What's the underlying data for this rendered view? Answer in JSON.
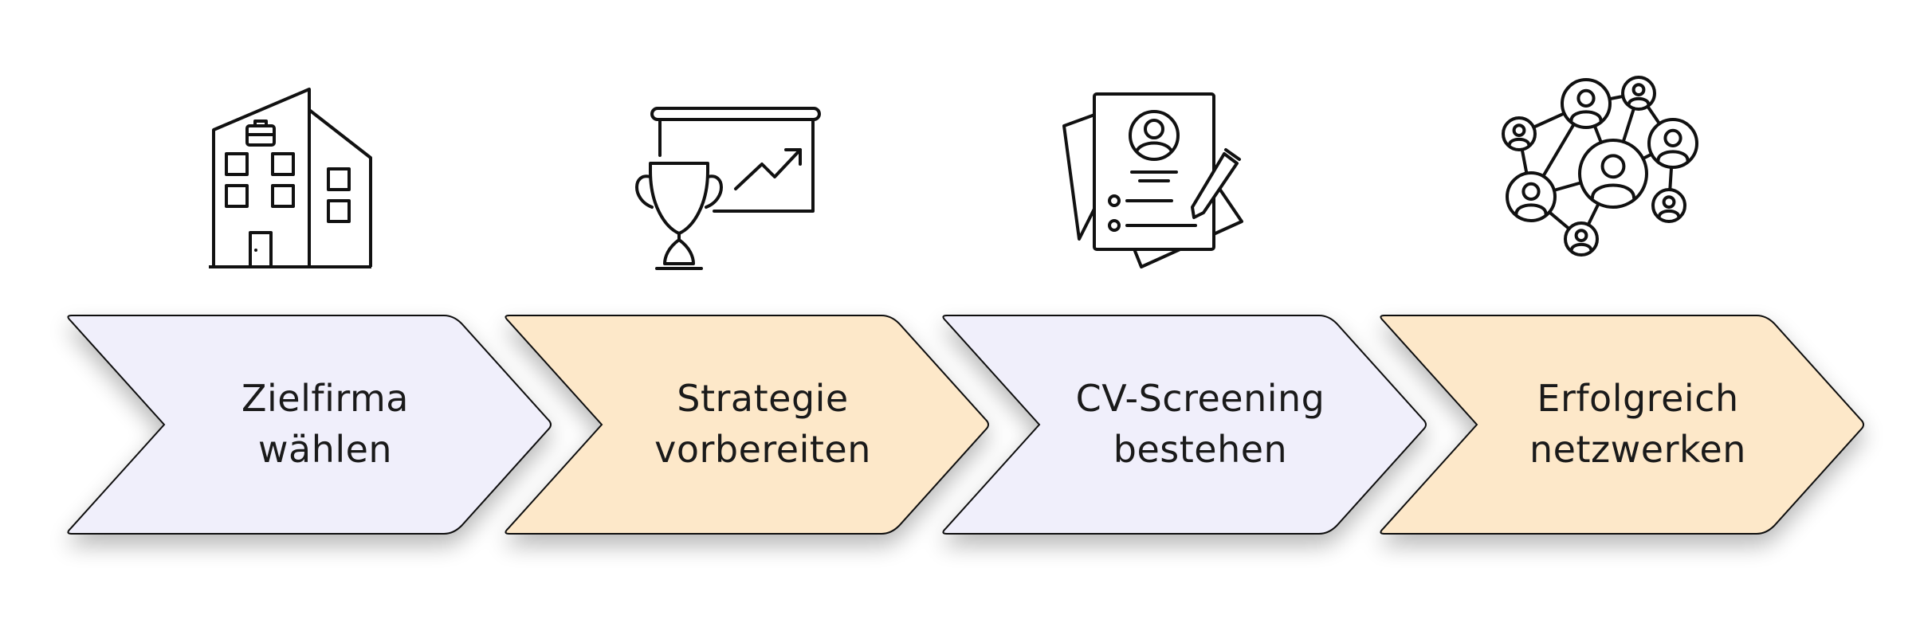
{
  "steps": [
    {
      "line1": "Zielfirma",
      "line2": "wählen",
      "fill": "#f0effb",
      "icon": "office-building-icon"
    },
    {
      "line1": "Strategie",
      "line2": "vorbereiten",
      "fill": "#fde8c9",
      "icon": "trophy-strategy-board-icon"
    },
    {
      "line1": "CV-Screening",
      "line2": "bestehen",
      "fill": "#f0effb",
      "icon": "resume-document-icon"
    },
    {
      "line1": "Erfolgreich",
      "line2": "netzwerken",
      "fill": "#fde8c9",
      "icon": "people-network-icon"
    }
  ],
  "colors": {
    "stroke": "#111111",
    "light": "#f0effb",
    "peach": "#fde8c9"
  }
}
